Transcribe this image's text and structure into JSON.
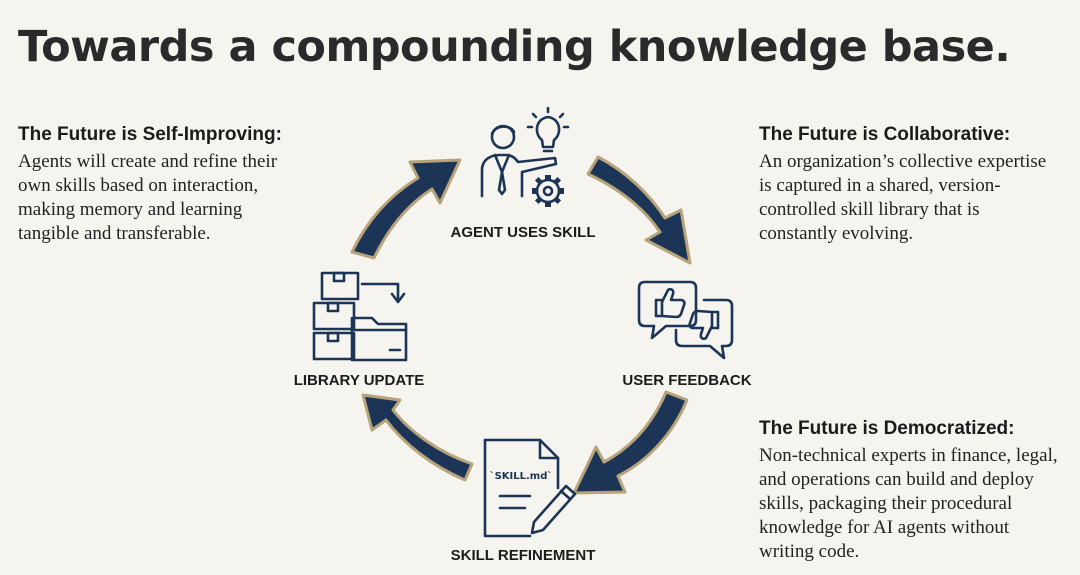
{
  "title": "Towards a compounding knowledge base.",
  "panels": {
    "self_improving": {
      "heading": "The Future is Self-Improving:",
      "body": "Agents will create and refine their own skills based on interaction, making memory and learning tangible and transferable."
    },
    "collaborative": {
      "heading": "The Future is Collaborative:",
      "body": "An organization’s collective expertise is captured in a shared, version-controlled skill library that is constantly evolving."
    },
    "democratized": {
      "heading": "The Future is Democratized:",
      "body": "Non-technical experts in finance, legal, and operations can build and deploy skills, packaging their procedural knowledge for AI agents without writing code."
    }
  },
  "cycle": {
    "nodes": [
      {
        "label": "AGENT USES SKILL",
        "icon": "person-lightbulb-gear-icon"
      },
      {
        "label": "USER FEEDBACK",
        "icon": "thumbs-up-down-chat-icon"
      },
      {
        "label": "SKILL REFINEMENT",
        "icon": "document-pencil-icon",
        "doc_text": "`SKILL.md`"
      },
      {
        "label": "LIBRARY UPDATE",
        "icon": "boxes-folder-icon"
      }
    ],
    "arrow_color": "#1c3557",
    "arrow_outline": "#b7a47a",
    "icon_color": "#1c3557"
  }
}
